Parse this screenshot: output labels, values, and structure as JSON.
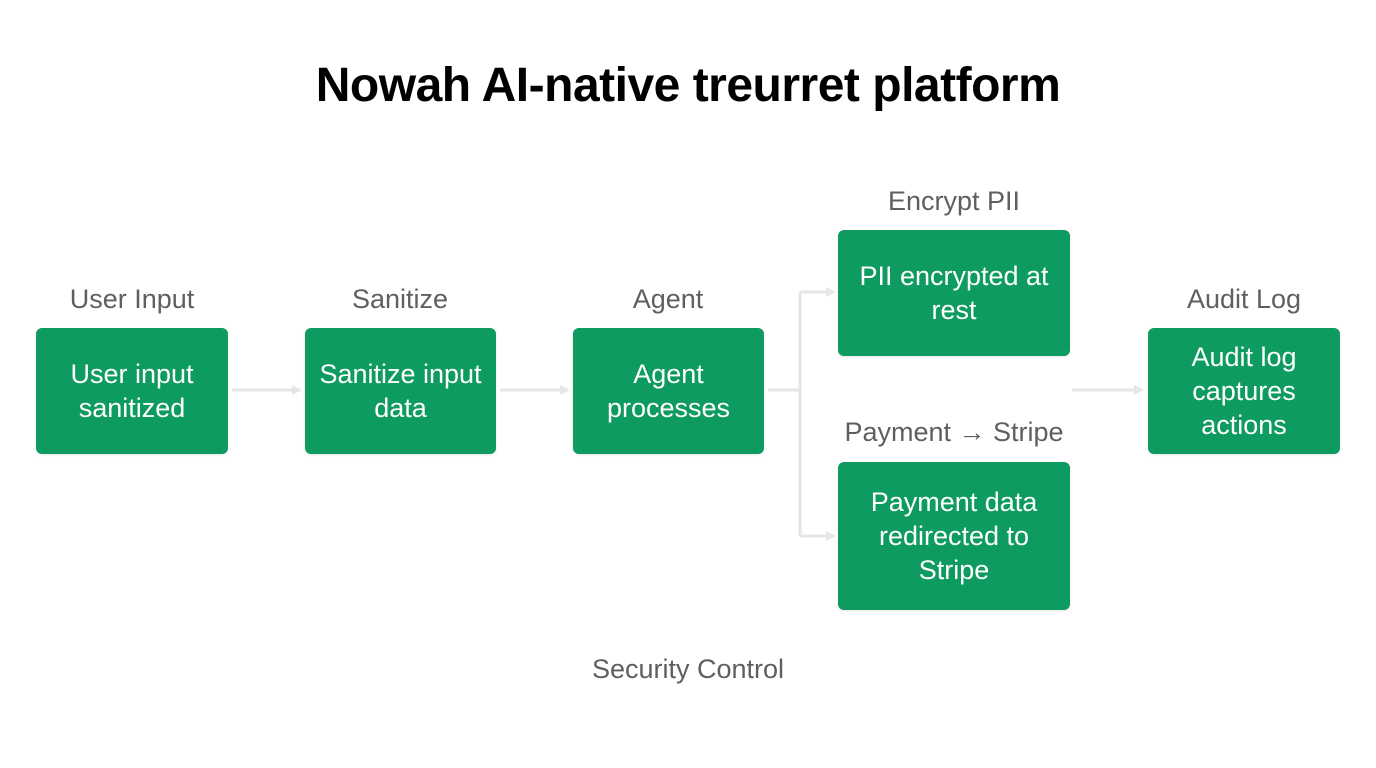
{
  "title": "Nowah AI-native treurret platform",
  "colors": {
    "box_fill": "#0e9b5f",
    "box_text": "#ffffff",
    "label_text": "#5f5f5f",
    "connector": "#e6e6e6",
    "title_text": "#000000"
  },
  "nodes": {
    "user_input": {
      "label": "User Input",
      "text": "User input sanitized"
    },
    "sanitize": {
      "label": "Sanitize",
      "text": "Sanitize input data"
    },
    "agent": {
      "label": "Agent",
      "text": "Agent processes"
    },
    "encrypt_pii": {
      "label": "Encrypt PII",
      "text": "PII encrypted at rest"
    },
    "payment": {
      "label": "Payment → Stripe",
      "text": "Payment data redirected to Stripe"
    },
    "audit_log": {
      "label": "Audit Log",
      "text": "Audit log captures actions"
    }
  },
  "footer": "Security Control"
}
